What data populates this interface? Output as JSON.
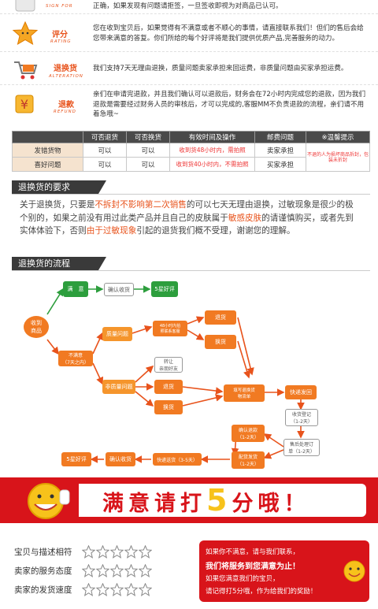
{
  "rows": [
    {
      "cn": "",
      "en": "SIGN FOR",
      "text": "正确，如果发现有问题请拒签，一旦签收即视为对商品已认可。",
      "icon": "signature-icon"
    },
    {
      "cn": "评分",
      "en": "RATING",
      "text": "您在收到宝贝后，如果觉得有不满意或者不顺心的事情，请直接联系我们！但们的售后会给您带来满意的答复。你们所给的每个好评将是我们提供优质产品,完善服务的动力。",
      "icon": "star-icon"
    },
    {
      "cn": "退换货",
      "en": "ALTERATION",
      "text": "我们支持7天无理由退换，质量问题卖家承担来回运费，非质量问题由买家承担运费。",
      "icon": "shopping-cart-icon"
    },
    {
      "cn": "退款",
      "en": "REFUND",
      "text": "亲们在申请完退款，并且我们确认可以退款后，财务会在72小时内完成您的退款，因为我们退款是需要经过财务人员的审核后，才可以完成的,客服MM不负责退款的流程，亲们请不用着急哦~",
      "icon": "money-icon"
    }
  ],
  "table": {
    "headers": [
      "",
      "可否退货",
      "可否换货",
      "有效时间及操作",
      "邮费问题",
      "※温馨提示"
    ],
    "rows": [
      [
        "发错货物",
        "可以",
        "可以",
        "收到货48小时内，需拍照",
        "卖家承担"
      ],
      [
        "喜好问题",
        "可以",
        "可以",
        "收到货40小时内，不需拍照",
        "买家承担"
      ]
    ],
    "tip": "不退的人为损坏商品拆封，包装未折封"
  },
  "sec1": "退换货的要求",
  "policy": {
    "p1": "关于退换货，只要是",
    "h1": "不拆封不影响第二次销售",
    "p2": "的可以七天无理由退换，过敏现象是很少的极个别的，如果之前没有用过此类产品并且自己的皮肤属于",
    "h2": "敏感皮肤",
    "p3": "的请谨慎购买，或者先到实体体验下，否则",
    "h3": "由于过敏现象",
    "p4": "引起的退货我们概不受理，谢谢您的理解。"
  },
  "sec2": "退换货的流程",
  "flow": {
    "start": "收到\n商品",
    "satisfied": "满　意",
    "confirm1": "确认收货",
    "good1": "5星好评",
    "unsatisfied": "不满意\n（7天之内）",
    "quality": "质量问题",
    "h48": "48小时内拍\n照联系客服",
    "refund": "退货",
    "exchange": "换货",
    "nonquality": "非质量问题",
    "transfer": "转让\n亲朋好友",
    "refund2": "退货",
    "exchange2": "换货",
    "fill": "填写退换货\n物流单",
    "ship": "快递发回",
    "receive": "收货登记\n（1-2天）",
    "handle": "售后处理订\n单（1-2天）",
    "refundok": "确认退款\n（1-2天）",
    "resend": "配货发货\n（1-2天）",
    "delivery": "快递送货（3-5天）",
    "confirm2": "确认收货",
    "good2": "5星好评"
  },
  "banner": {
    "pre": "满意请打",
    "num": "5",
    "post": "分哦！"
  },
  "rating": [
    {
      "label": "宝贝与描述相符"
    },
    {
      "label": "卖家的服务态度"
    },
    {
      "label": "卖家的发货速度"
    }
  ],
  "message": {
    "l1": "如果你不满意，请与我们联系，",
    "l2": "我们将服务到您满意为止！",
    "l3": "如果您满意我们的宝贝，",
    "l4": "请记得打5分哦，作为给我们的奖励！"
  },
  "colors": {
    "accent": "#e8531c",
    "red": "#d8141a",
    "green": "#2d9e3d",
    "orange": "#f17a22"
  }
}
